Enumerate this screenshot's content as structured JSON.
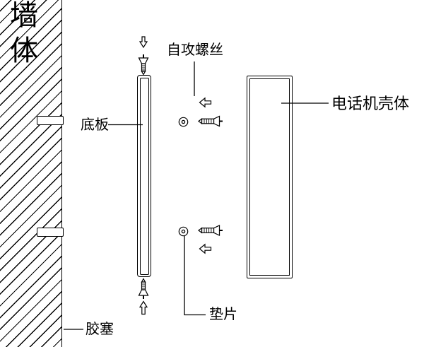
{
  "diagram": {
    "title_context": "wall-mounted telephone assembly exploded diagram",
    "labels": {
      "wall": "墙体",
      "self_tapping_screw": "自攻螺丝",
      "base_plate": "底板",
      "phone_housing": "电话机壳体",
      "washer": "垫片",
      "rubber_plug": "胶塞"
    },
    "colors": {
      "line": "#000000",
      "background": "#ffffff"
    }
  }
}
